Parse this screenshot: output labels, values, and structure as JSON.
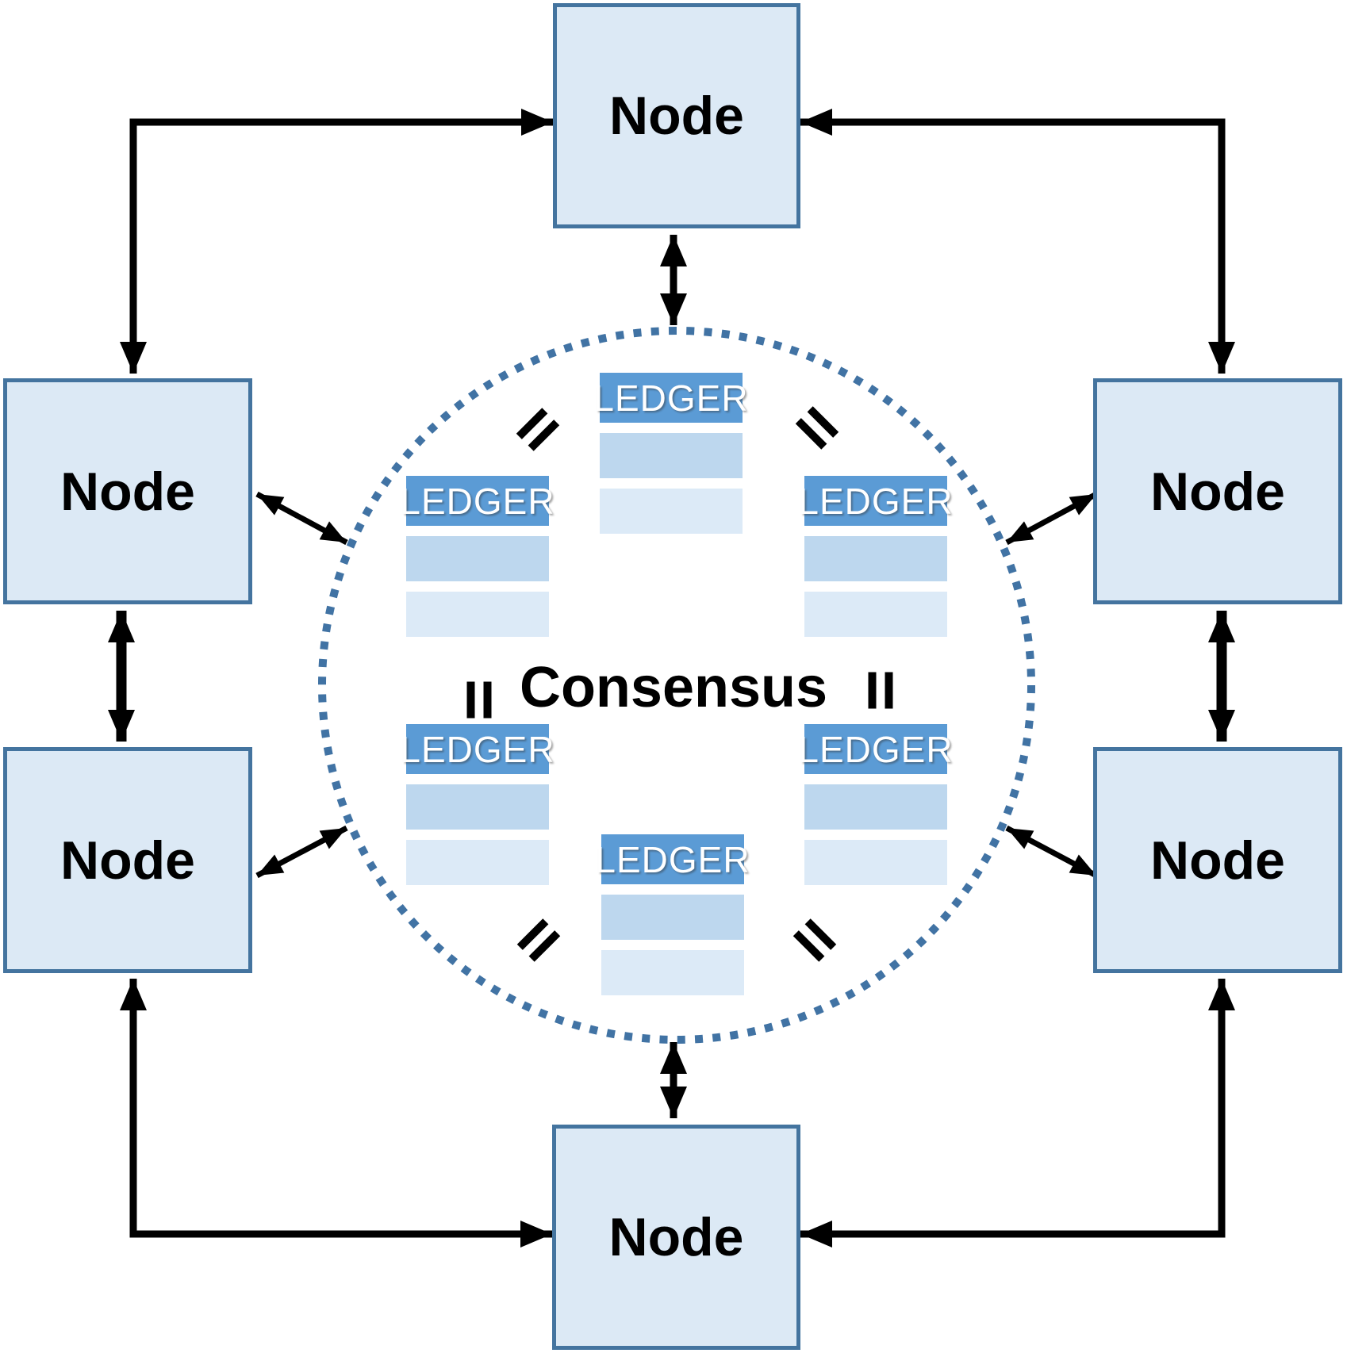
{
  "labels": {
    "consensus": "Consensus"
  },
  "nodes": [
    {
      "id": "top",
      "label": "Node"
    },
    {
      "id": "upper-left",
      "label": "Node"
    },
    {
      "id": "upper-right",
      "label": "Node"
    },
    {
      "id": "lower-left",
      "label": "Node"
    },
    {
      "id": "lower-right",
      "label": "Node"
    },
    {
      "id": "bottom",
      "label": "Node"
    }
  ],
  "ledgers": [
    {
      "id": "top",
      "header": "LEDGER"
    },
    {
      "id": "upper-left",
      "header": "LEDGER"
    },
    {
      "id": "upper-right",
      "header": "LEDGER"
    },
    {
      "id": "lower-left",
      "header": "LEDGER"
    },
    {
      "id": "lower-right",
      "header": "LEDGER"
    },
    {
      "id": "bottom",
      "header": "LEDGER"
    }
  ],
  "icons": {
    "equals": "rotated-equals-sign",
    "arrow": "double-headed-arrow"
  },
  "colors": {
    "node_fill": "#dce9f5",
    "node_border": "#44749f",
    "ledger_header": "#5b9bd5",
    "ledger_row_medium": "#bdd7ee",
    "ledger_row_light": "#dceaf7",
    "circle_dots": "#4173a4",
    "arrow": "#000000",
    "text": "#000000",
    "ledger_header_text": "#ffffff"
  }
}
